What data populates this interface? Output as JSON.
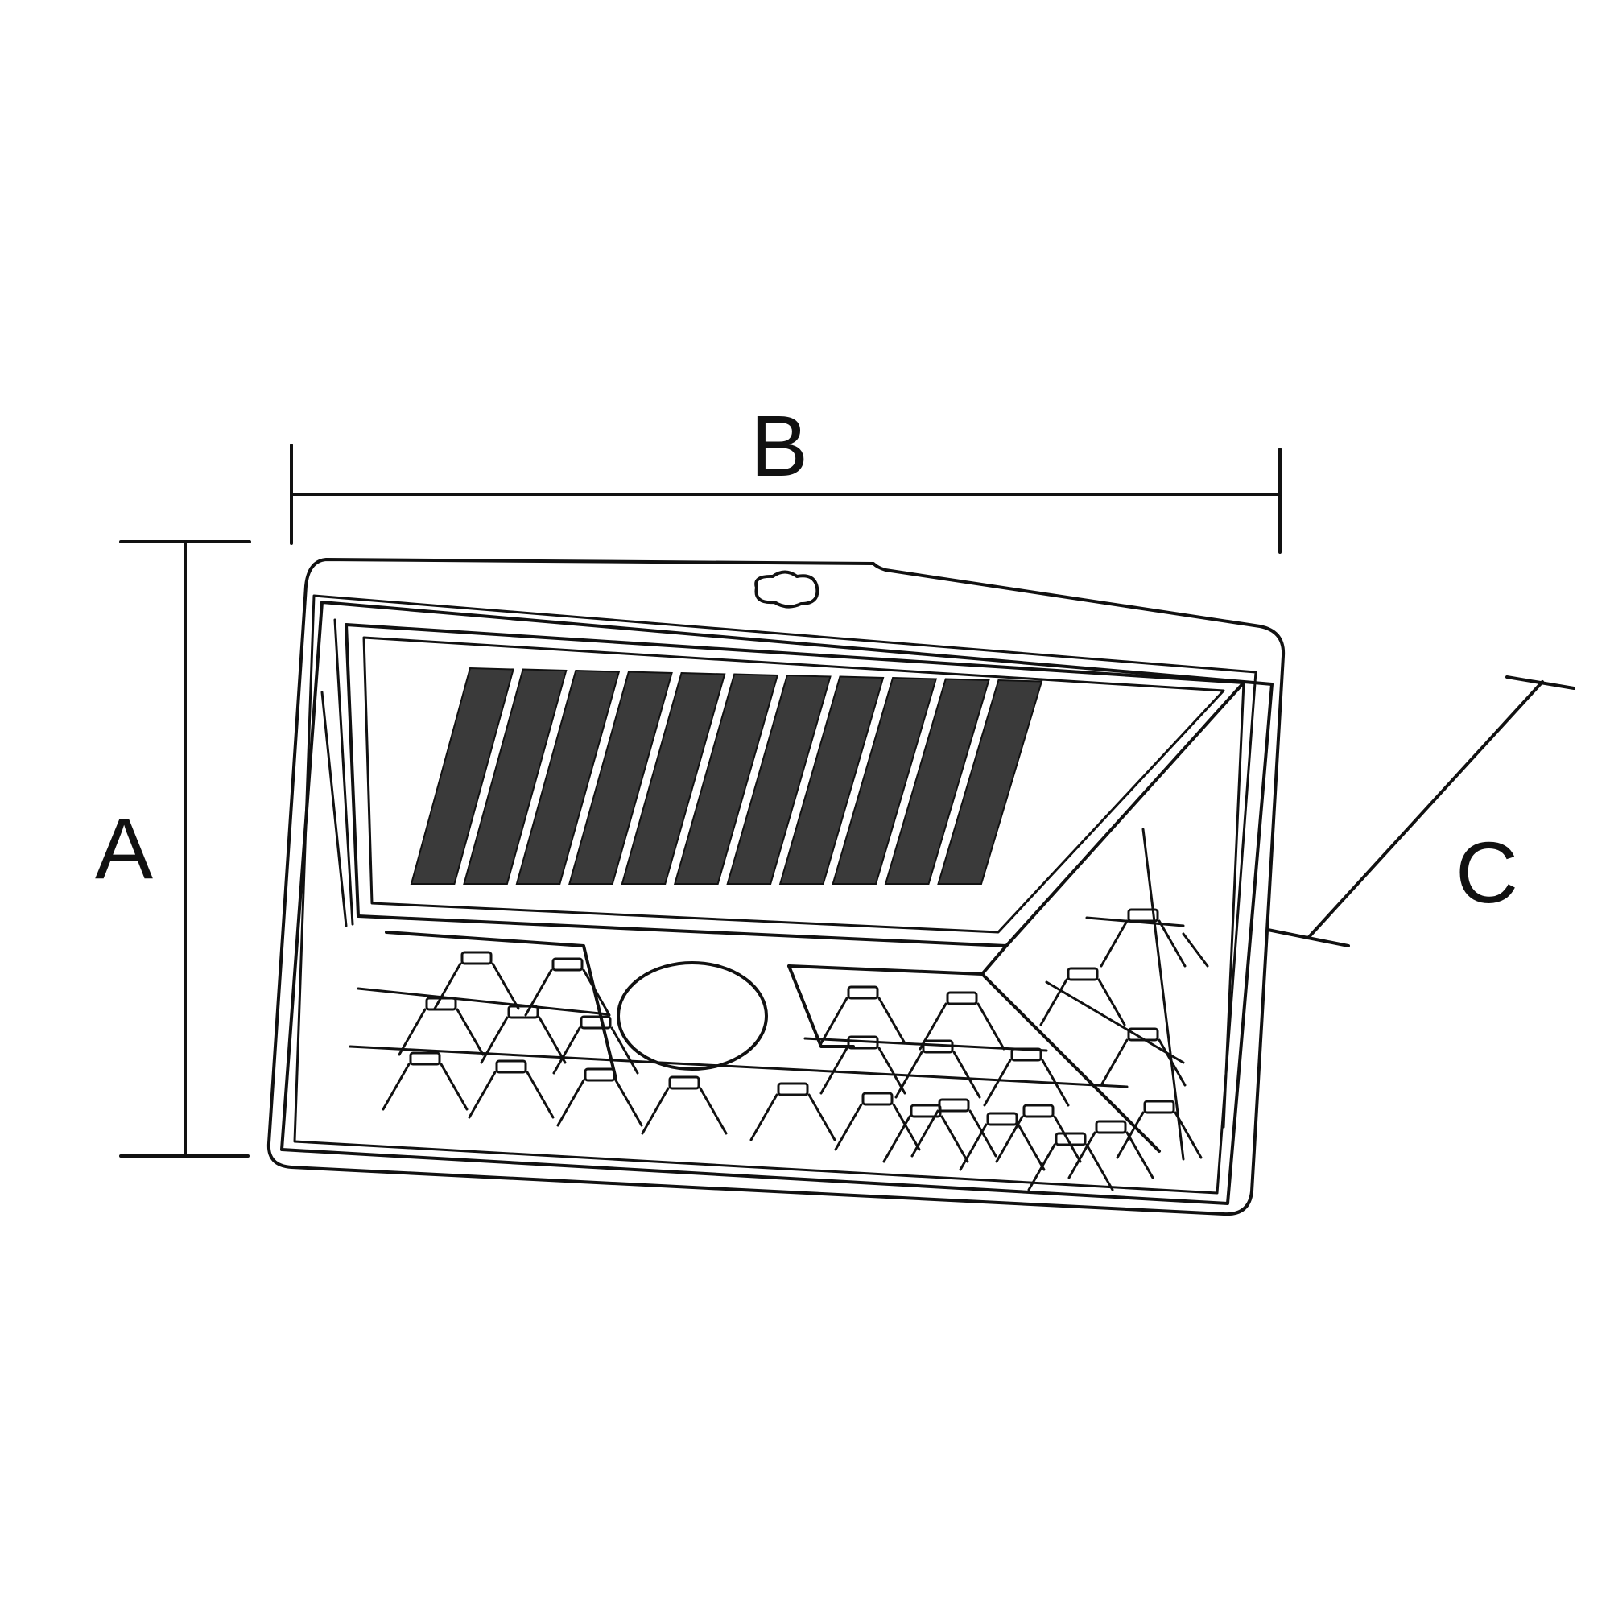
{
  "dimensions": {
    "height_label": "A",
    "width_label": "B",
    "depth_label": "C"
  },
  "colors": {
    "line": "#111111",
    "background": "#ffffff",
    "solar_cell": "#3a3a3a"
  },
  "solar_panel": {
    "cell_count": 11
  },
  "led_count": 26
}
